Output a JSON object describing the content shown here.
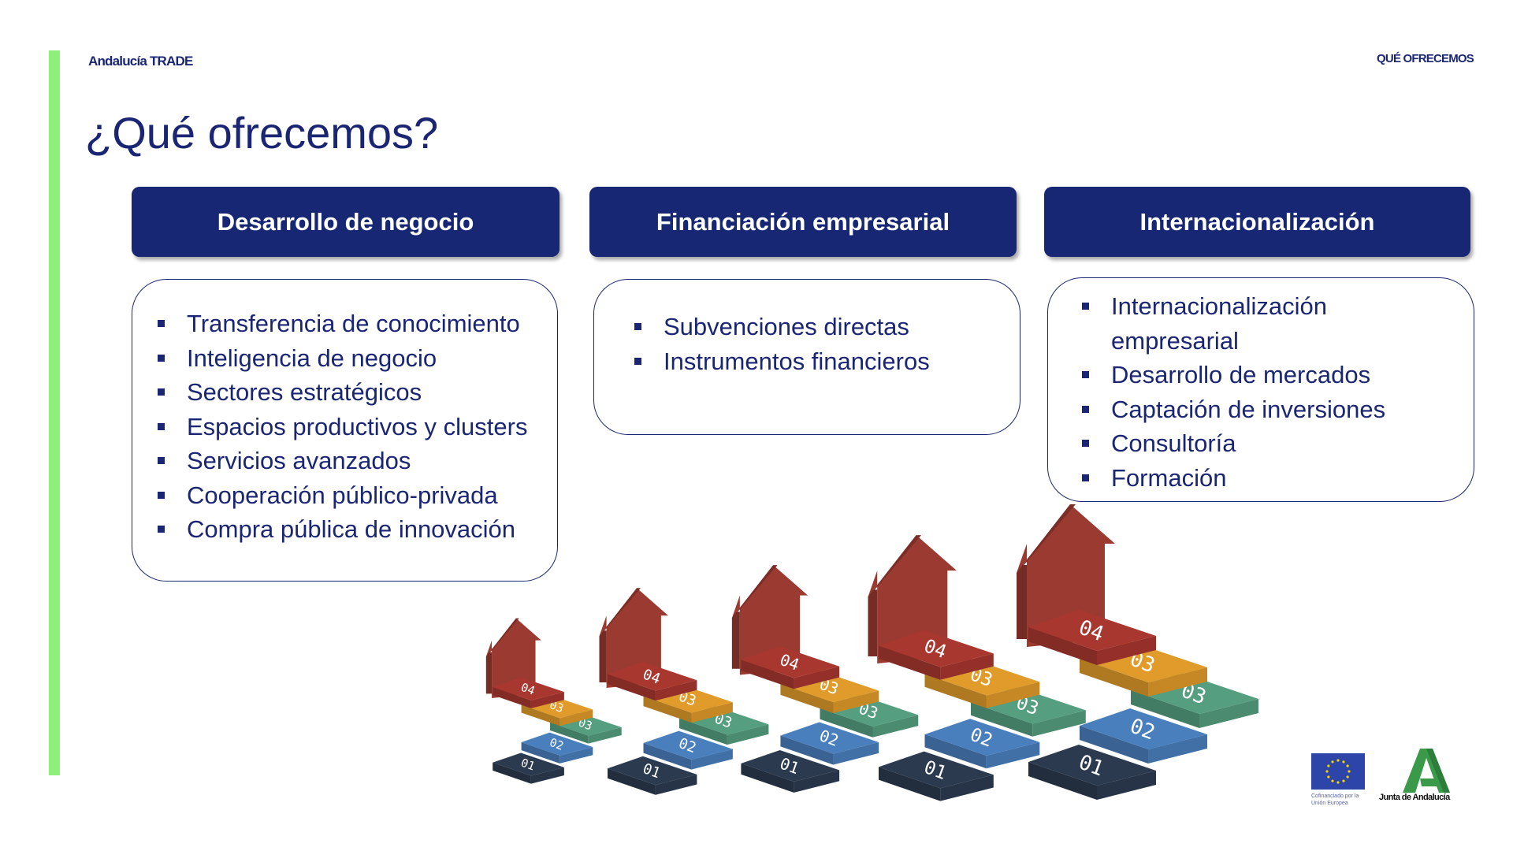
{
  "header": {
    "brand": "Andalucía TRADE",
    "section": "QUÉ OFRECEMOS"
  },
  "title": "¿Qué ofrecemos?",
  "columns": [
    {
      "heading": "Desarrollo de negocio",
      "items": [
        "Transferencia de conocimiento",
        "Inteligencia de negocio",
        "Sectores estratégicos",
        "Espacios productivos y clusters",
        "Servicios avanzados",
        "Cooperación público-privada",
        "Compra pública de innovación"
      ]
    },
    {
      "heading": "Financiación empresarial",
      "items": [
        "Subvenciones directas",
        "Instrumentos financieros"
      ]
    },
    {
      "heading": "Internacionalización",
      "items": [
        "Internacionalización",
        "empresarial",
        "Desarrollo de mercados",
        "Captación de inversiones",
        "Consultoría",
        "Formación"
      ]
    }
  ],
  "illustration": {
    "step_labels": [
      "01",
      "02",
      "03",
      "03",
      "04"
    ],
    "colors": {
      "s01": "#2c3a4f",
      "s02": "#4a7fbd",
      "s03g": "#559f80",
      "s03y": "#e09b2a",
      "s04": "#a8372f",
      "arrow": "#9a3a31"
    }
  },
  "footer": {
    "eu_caption": "Cofinanciado por la Unión Europea",
    "ja_caption": "Junta de Andalucía"
  }
}
